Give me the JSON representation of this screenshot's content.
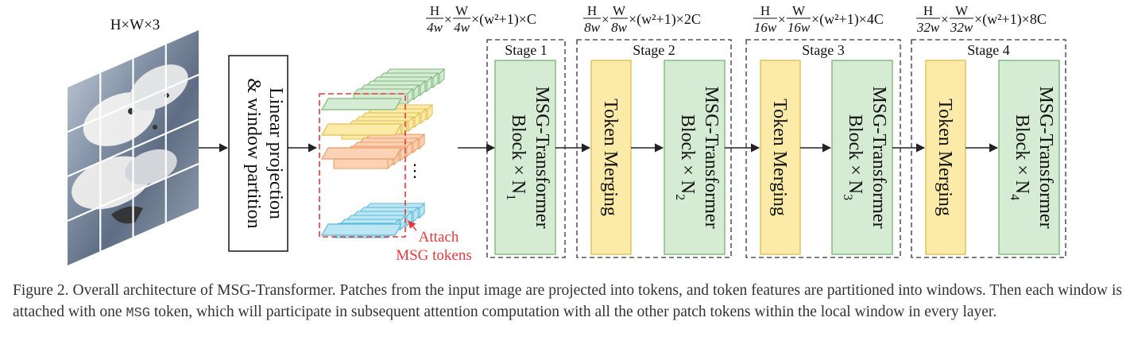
{
  "input": {
    "label": "H×W×3"
  },
  "projection": {
    "line1": "Linear projection",
    "line2": "& window partition"
  },
  "attach": {
    "line1": "Attach",
    "line2": "MSG tokens"
  },
  "ellipsis": "⋮",
  "stages": [
    {
      "title": "Stage 1",
      "dim": {
        "h": "H",
        "hd": "4w",
        "w": "W",
        "wd": "4w",
        "rest": "×(w²+1)×C"
      }
    },
    {
      "title": "Stage 2",
      "dim": {
        "h": "H",
        "hd": "8w",
        "w": "W",
        "wd": "8w",
        "rest": "×(w²+1)×2C"
      }
    },
    {
      "title": "Stage 3",
      "dim": {
        "h": "H",
        "hd": "16w",
        "w": "W",
        "wd": "16w",
        "rest": "×(w²+1)×4C"
      }
    },
    {
      "title": "Stage 4",
      "dim": {
        "h": "H",
        "hd": "32w",
        "w": "W",
        "wd": "32w",
        "rest": "×(w²+1)×8C"
      }
    }
  ],
  "blocks": {
    "msg1": {
      "line1": "MSG-Transformer",
      "line2": "Block × N",
      "sub": "1"
    },
    "merge2": {
      "label": "Token Merging"
    },
    "msg2": {
      "line1": "MSG-Transformer",
      "line2": "Block × N",
      "sub": "2"
    },
    "merge3": {
      "label": "Token Merging"
    },
    "msg3": {
      "line1": "MSG-Transformer",
      "line2": "Block × N",
      "sub": "3"
    },
    "merge4": {
      "label": "Token Merging"
    },
    "msg4": {
      "line1": "MSG-Transformer",
      "line2": "Block × N",
      "sub": "4"
    }
  },
  "caption": {
    "part1": "Figure 2.  Overall architecture of MSG-Transformer.  Patches from the input image are projected into tokens, and token features are partitioned into windows. Then each window is attached with one ",
    "mono": "MSG",
    "part2": " token, which will participate in subsequent attention computation with all the other patch tokens within the local window in every layer."
  },
  "colors": {
    "green_fill": "#d5ebd3",
    "green_stroke": "#7cb97a",
    "yellow_fill": "#fbeaa8",
    "yellow_stroke": "#e0c050",
    "orange_fill": "#fcd2b4",
    "orange_stroke": "#ea9a66",
    "blue_fill": "#bde6f4",
    "blue_stroke": "#5ab9d8",
    "attach_red": "#e8383d"
  }
}
